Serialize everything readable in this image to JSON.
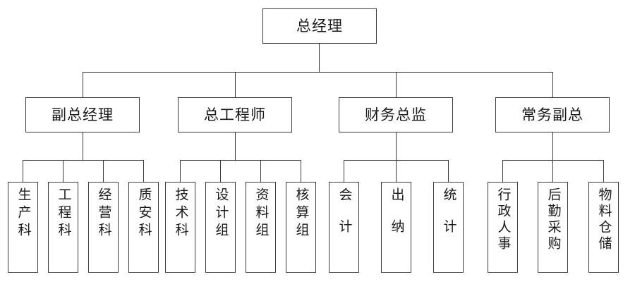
{
  "chart_data": {
    "type": "diagram",
    "diagram_kind": "organization-chart",
    "title": "",
    "orientation": "top-down",
    "levels": 3,
    "node_count": 19,
    "colors": {
      "line": "#3b3b3b",
      "box_border": "#3b3b3b",
      "box_fill": "#ffffff",
      "text": "#1a1a1a",
      "background": "#ffffff"
    },
    "nodes": [
      {
        "id": "root",
        "label": "总经理",
        "level": 1,
        "parent": null,
        "text_orientation": "horizontal"
      },
      {
        "id": "d1",
        "label": "副总经理",
        "level": 2,
        "parent": "root",
        "text_orientation": "horizontal"
      },
      {
        "id": "d2",
        "label": "总工程师",
        "level": 2,
        "parent": "root",
        "text_orientation": "horizontal"
      },
      {
        "id": "d3",
        "label": "财务总监",
        "level": 2,
        "parent": "root",
        "text_orientation": "horizontal"
      },
      {
        "id": "d4",
        "label": "常务副总",
        "level": 2,
        "parent": "root",
        "text_orientation": "horizontal"
      },
      {
        "id": "d1c1",
        "label": "生产科",
        "level": 3,
        "parent": "d1",
        "text_orientation": "vertical"
      },
      {
        "id": "d1c2",
        "label": "工程科",
        "level": 3,
        "parent": "d1",
        "text_orientation": "vertical"
      },
      {
        "id": "d1c3",
        "label": "经营科",
        "level": 3,
        "parent": "d1",
        "text_orientation": "vertical"
      },
      {
        "id": "d1c4",
        "label": "质安科",
        "level": 3,
        "parent": "d1",
        "text_orientation": "vertical"
      },
      {
        "id": "d2c1",
        "label": "技术科",
        "level": 3,
        "parent": "d2",
        "text_orientation": "vertical"
      },
      {
        "id": "d2c2",
        "label": "设计组",
        "level": 3,
        "parent": "d2",
        "text_orientation": "vertical"
      },
      {
        "id": "d2c3",
        "label": "资料组",
        "level": 3,
        "parent": "d2",
        "text_orientation": "vertical"
      },
      {
        "id": "d2c4",
        "label": "核算组",
        "level": 3,
        "parent": "d2",
        "text_orientation": "vertical"
      },
      {
        "id": "d3c1",
        "label": "会计",
        "level": 3,
        "parent": "d3",
        "text_orientation": "vertical"
      },
      {
        "id": "d3c2",
        "label": "出纳",
        "level": 3,
        "parent": "d3",
        "text_orientation": "vertical"
      },
      {
        "id": "d3c3",
        "label": "统计",
        "level": 3,
        "parent": "d3",
        "text_orientation": "vertical"
      },
      {
        "id": "d4c1",
        "label": "行政人事",
        "level": 3,
        "parent": "d4",
        "text_orientation": "vertical"
      },
      {
        "id": "d4c2",
        "label": "后勤采购",
        "level": 3,
        "parent": "d4",
        "text_orientation": "vertical"
      },
      {
        "id": "d4c3",
        "label": "物料仓储",
        "level": 3,
        "parent": "d4",
        "text_orientation": "vertical"
      }
    ]
  },
  "org": {
    "root": {
      "label": "总经理"
    },
    "level2": [
      {
        "label": "副总经理"
      },
      {
        "label": "总工程师"
      },
      {
        "label": "财务总监"
      },
      {
        "label": "常务副总"
      }
    ],
    "branch1": [
      {
        "label": "生产科"
      },
      {
        "label": "工程科"
      },
      {
        "label": "经营科"
      },
      {
        "label": "质安科"
      }
    ],
    "branch2": [
      {
        "label": "技术科"
      },
      {
        "label": "设计组"
      },
      {
        "label": "资料组"
      },
      {
        "label": "核算组"
      }
    ],
    "branch3": [
      {
        "label": "会计"
      },
      {
        "label": "出纳"
      },
      {
        "label": "统计"
      }
    ],
    "branch4": [
      {
        "label": "行政人事"
      },
      {
        "label": "后勤采购"
      },
      {
        "label": "物料仓储"
      }
    ]
  }
}
